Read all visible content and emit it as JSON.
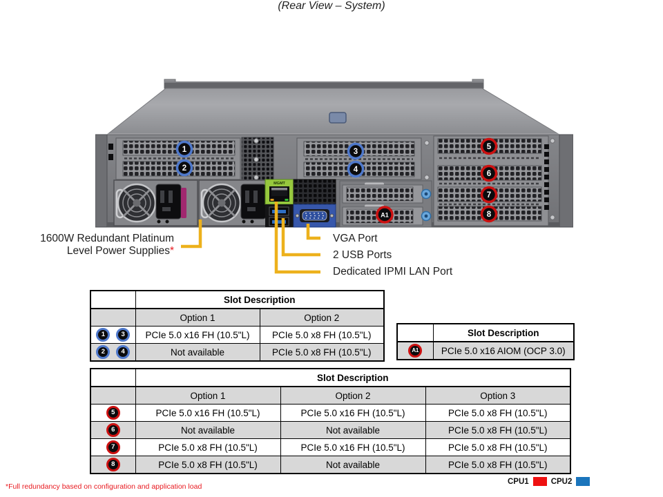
{
  "page": {
    "title": "(Rear View – System)",
    "footnote": "*Full redundancy based on configuration and application load"
  },
  "server": {
    "mgmt_port_label": "MGMT",
    "callouts": {
      "s1": "1",
      "s2": "2",
      "s3": "3",
      "s4": "4",
      "s5": "5",
      "s6": "6",
      "s7": "7",
      "s8": "8",
      "a1": "A1"
    }
  },
  "port_labels": {
    "psu_line1": "1600W Redundant Platinum",
    "psu_line2": "Level Power Supplies",
    "psu_asterisk": "*",
    "vga": "VGA Port",
    "usb": "2 USB Ports",
    "ipmi": "Dedicated IPMI LAN Port"
  },
  "slot_table_left": {
    "header": "Slot Description",
    "option_headers": [
      "Option 1",
      "Option 2"
    ],
    "rows": [
      {
        "badges": [
          "1",
          "3"
        ],
        "cells": [
          "PCIe 5.0 x16 FH (10.5\"L)",
          "PCIe 5.0 x8 FH (10.5\"L)"
        ]
      },
      {
        "badges": [
          "2",
          "4"
        ],
        "cells": [
          "Not available",
          "PCIe 5.0 x8 FH (10.5\"L)"
        ]
      }
    ]
  },
  "slot_table_aiom": {
    "header": "Slot Description",
    "rows": [
      {
        "badges": [
          "A1"
        ],
        "cells": [
          "PCIe 5.0 x16 AIOM (OCP 3.0)"
        ]
      }
    ]
  },
  "slot_table_bottom": {
    "header": "Slot Description",
    "option_headers": [
      "Option 1",
      "Option 2",
      "Option 3"
    ],
    "rows": [
      {
        "badges": [
          "5"
        ],
        "cells": [
          "PCIe 5.0 x16 FH (10.5\"L)",
          "PCIe 5.0 x16 FH (10.5\"L)",
          "PCIe 5.0 x8 FH (10.5\"L)"
        ]
      },
      {
        "badges": [
          "6"
        ],
        "cells": [
          "Not available",
          "Not available",
          "PCIe 5.0 x8 FH (10.5\"L)"
        ]
      },
      {
        "badges": [
          "7"
        ],
        "cells": [
          "PCIe 5.0 x8 FH (10.5\"L)",
          "PCIe 5.0 x16 FH (10.5\"L)",
          "PCIe 5.0 x8 FH (10.5\"L)"
        ]
      },
      {
        "badges": [
          "8"
        ],
        "cells": [
          "PCIe 5.0 x8 FH (10.5\"L)",
          "Not available",
          "PCIe 5.0 x8 FH (10.5\"L)"
        ]
      }
    ]
  },
  "legend": {
    "items": [
      {
        "label": "CPU1",
        "color": "#ee1111"
      },
      {
        "label": "CPU2",
        "color": "#1b75bc"
      }
    ]
  },
  "colors": {
    "callout_line": "#edb11c",
    "badge_blue_ring": "#4f79cc",
    "badge_red_ring": "#cc1111",
    "table_shaded_row": "#d8d8d8"
  }
}
